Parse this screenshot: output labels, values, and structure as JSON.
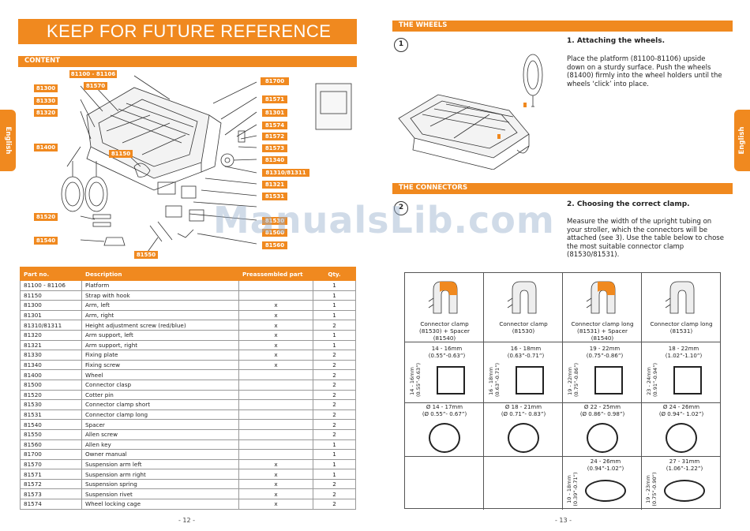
{
  "left_page": {
    "title": "KEEP FOR FUTURE REFERENCE",
    "section": "CONTENT",
    "tab": "English",
    "labels": [
      "81100 - 81106",
      "81300",
      "81570",
      "81330",
      "81320",
      "81400",
      "81150",
      "81520",
      "81540",
      "81550",
      "81700",
      "81571",
      "81301",
      "81574",
      "81572",
      "81573",
      "81340",
      "81310/81311",
      "81321",
      "81531",
      "81530",
      "81500",
      "81560"
    ],
    "table": {
      "headers": [
        "Part no.",
        "Description",
        "Preassembled part",
        "Qty."
      ],
      "rows": [
        [
          "81100 - 81106",
          "Platform",
          "",
          "1"
        ],
        [
          "81150",
          "Strap with hook",
          "",
          "1"
        ],
        [
          "81300",
          "Arm, left",
          "x",
          "1"
        ],
        [
          "81301",
          "Arm, right",
          "x",
          "1"
        ],
        [
          "81310/81311",
          "Height adjustment screw (red/blue)",
          "x",
          "2"
        ],
        [
          "81320",
          "Arm support, left",
          "x",
          "1"
        ],
        [
          "81321",
          "Arm support, right",
          "x",
          "1"
        ],
        [
          "81330",
          "Fixing plate",
          "x",
          "2"
        ],
        [
          "81340",
          "Fixing screw",
          "x",
          "2"
        ],
        [
          "81400",
          "Wheel",
          "",
          "2"
        ],
        [
          "81500",
          "Connector clasp",
          "",
          "2"
        ],
        [
          "81520",
          "Cotter pin",
          "",
          "2"
        ],
        [
          "81530",
          "Connector clamp short",
          "",
          "2"
        ],
        [
          "81531",
          "Connector clamp long",
          "",
          "2"
        ],
        [
          "81540",
          "Spacer",
          "",
          "2"
        ],
        [
          "81550",
          "Allen screw",
          "",
          "2"
        ],
        [
          "81560",
          "Allen key",
          "",
          "1"
        ],
        [
          "81700",
          "Owner manual",
          "",
          "1"
        ],
        [
          "81570",
          "Suspension arm left",
          "x",
          "1"
        ],
        [
          "81571",
          "Suspension arm right",
          "x",
          "1"
        ],
        [
          "81572",
          "Suspension spring",
          "x",
          "2"
        ],
        [
          "81573",
          "Suspension rivet",
          "x",
          "2"
        ],
        [
          "81574",
          "Wheel locking cage",
          "x",
          "2"
        ]
      ]
    },
    "page_number": "- 12 -"
  },
  "right_page": {
    "tab": "English",
    "wheels_section": "THE WHEELS",
    "connectors_section": "THE CONNECTORS",
    "step1": {
      "number": "1",
      "title": "1. Attaching the wheels.",
      "text": "Place the platform (81100-81106) upside down on a sturdy surface. Push the wheels (81400) firmly into the wheel holders until the wheels ‘click’ into place."
    },
    "step2": {
      "number": "2",
      "title": "2. Choosing the correct clamp.",
      "text": "Measure the width of the upright tubing on your stroller, which the connectors will be attached (see 3). Use the table below to chose the most suitable connector clamp (81530/81531)."
    },
    "clamps": [
      {
        "caption": "Connector clamp (81530) + Spacer (81540)",
        "width": "14 - 16mm\n(0.55”-0.63”)",
        "height": "14 - 16mm\n(0.55”-0.63”)",
        "round": "Ø 14 - 17mm\n(Ø 0.55”- 0.67”)",
        "highlight": true
      },
      {
        "caption": "Connector clamp (81530)",
        "width": "16 - 18mm\n(0.63”-0.71”)",
        "height": "16 - 18mm\n(0.63”-0.71”)",
        "round": "Ø 18 - 21mm\n(Ø 0.71”- 0.83”)",
        "highlight": false
      },
      {
        "caption": "Connector clamp long (81531) + Spacer (81540)",
        "width": "19 - 22mm\n(0.75”-0.86”)",
        "height": "19 - 22mm\n(0.75”-0.86”)",
        "round": "Ø 22 - 25mm\n(Ø 0.86”- 0.98”)",
        "oval_w": "24 - 26mm\n(0.94”-1.02”)",
        "oval_h": "10 - 18mm\n(0.39”-0.71”)",
        "highlight": true
      },
      {
        "caption": "Connector clamp long (81531)",
        "width": "18 - 22mm\n(1.02”-1.10”)",
        "height": "23 - 24mm\n(0.91”-0.94”)",
        "round": "Ø 24 - 26mm\n(Ø 0.94”- 1.02”)",
        "oval_w": "27 - 31mm\n(1.06”-1.22”)",
        "oval_h": "19 - 23mm\n(0.75”-0.90”)",
        "highlight": false
      }
    ],
    "page_number": "- 13 -"
  },
  "watermark": "ManualsLib.com",
  "colors": {
    "accent": "#f0891f"
  }
}
